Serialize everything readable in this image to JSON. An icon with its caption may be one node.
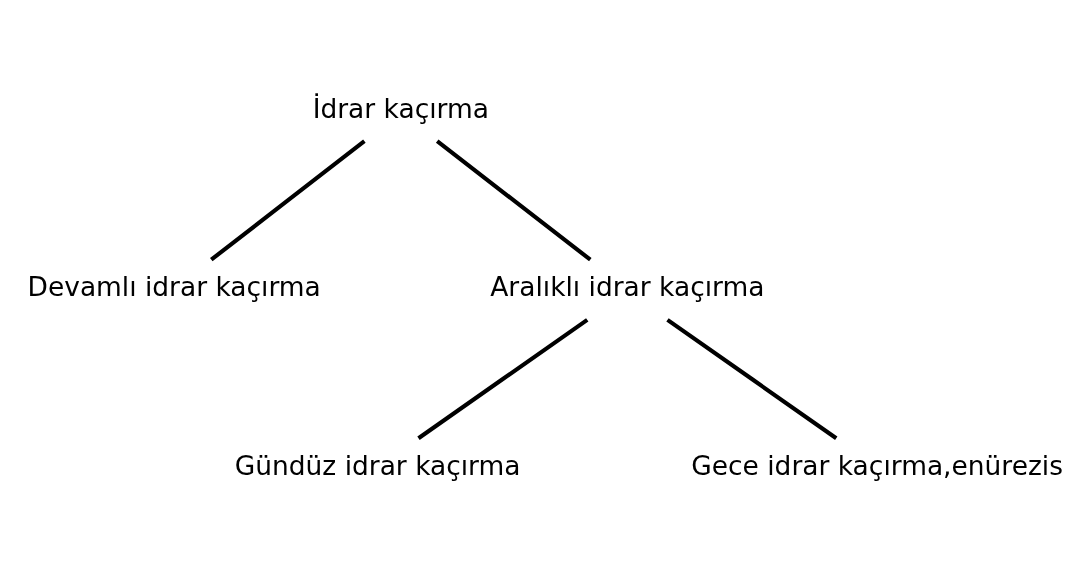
{
  "diagram": {
    "nodes": [
      {
        "text": [
          "İdrar kaçırma"
        ]
      },
      {
        "text": [
          "Devamlı idrar kaçırma"
        ]
      },
      {
        "text": [
          "Aralıklı idrar kaçırma"
        ]
      },
      {
        "text": [
          "Gündüz idrar kaçırma"
        ]
      },
      {
        "text": [
          "Gece idrar kaçırma,enürezis"
        ]
      }
    ],
    "edges": [
      {
        "from": 0,
        "to": 1,
        "arrow": "none"
      },
      {
        "from": 0,
        "to": 2,
        "arrow": "none"
      },
      {
        "from": 2,
        "to": 3,
        "arrow": "none"
      },
      {
        "from": 2,
        "to": 4,
        "arrow": "none"
      }
    ]
  }
}
